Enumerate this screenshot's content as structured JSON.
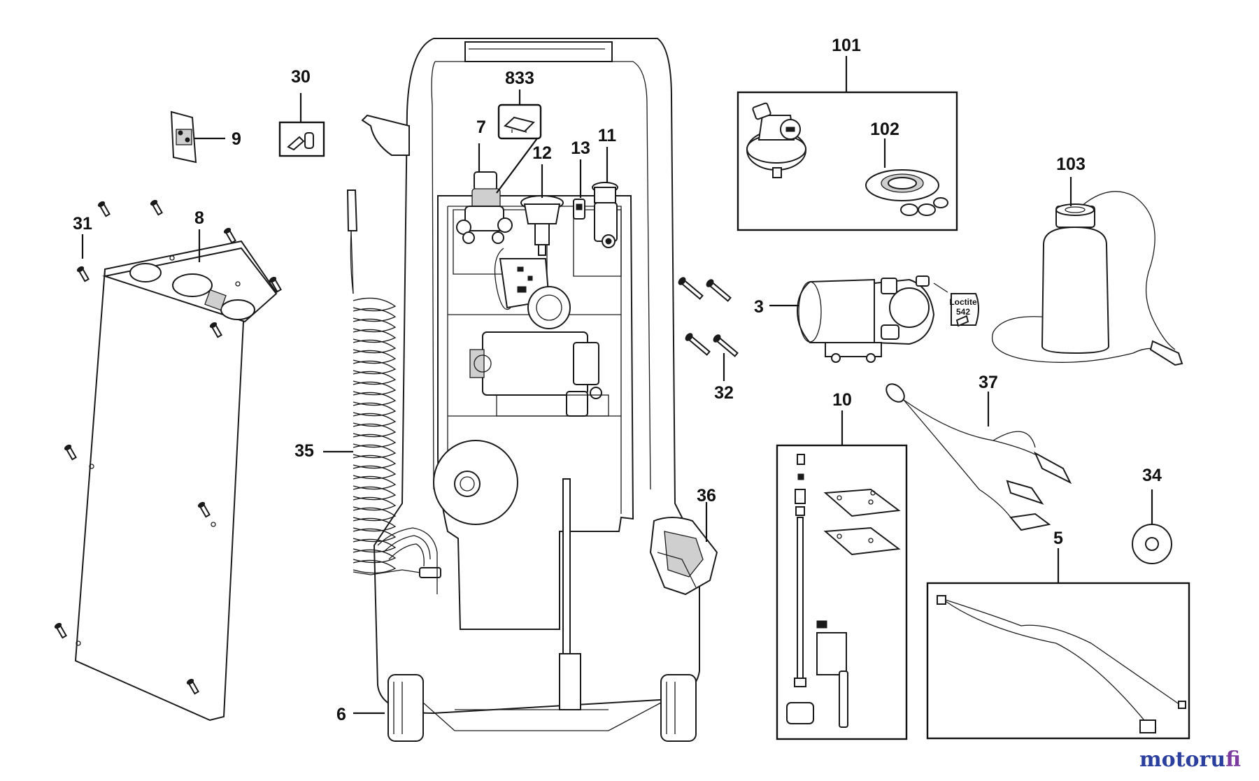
{
  "diagram": {
    "callouts": {
      "c101": "101",
      "c102": "102",
      "c103": "103",
      "c30": "30",
      "c833": "833",
      "c7": "7",
      "c9": "9",
      "c11": "11",
      "c12": "12",
      "c13": "13",
      "c31": "31",
      "c8": "8",
      "c3": "3",
      "c32": "32",
      "c35": "35",
      "c10": "10",
      "c37": "37",
      "c36": "36",
      "c34": "34",
      "c5": "5",
      "c6": "6"
    },
    "loctite_label_1": "Loctite",
    "loctite_label_2": "542"
  },
  "watermark": {
    "part1": "motoru",
    "part2": "fi"
  },
  "colors": {
    "line": "#111111",
    "watermark_blue": "#2b3f9e",
    "watermark_purple": "#7a3aa0"
  }
}
